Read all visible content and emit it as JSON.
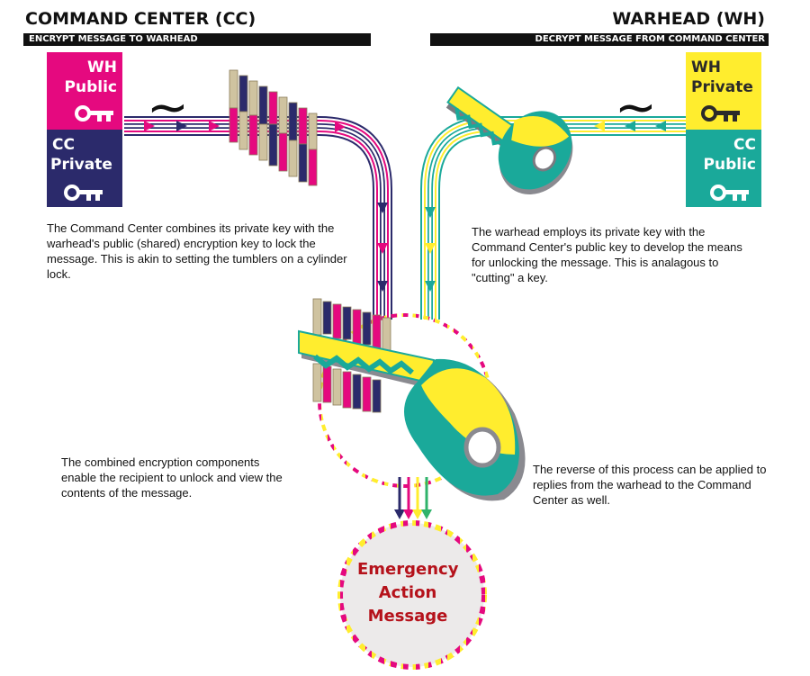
{
  "header": {
    "left_title": "COMMAND CENTER (CC)",
    "left_subtitle": "ENCRYPT MESSAGE TO WARHEAD",
    "right_title": "WARHEAD (WH)",
    "right_subtitle": "DECRYPT MESSAGE FROM COMMAND CENTER"
  },
  "keys": {
    "wh_public": {
      "line1": "WH",
      "line2": "Public",
      "color": "#e5097f",
      "icon": "key-icon"
    },
    "cc_private": {
      "line1": "CC",
      "line2": "Private",
      "color": "#2b2a6b",
      "icon": "key-icon"
    },
    "wh_private": {
      "line1": "WH",
      "line2": "Private",
      "color": "#ffed2e",
      "icon": "key-icon"
    },
    "cc_public": {
      "line1": "CC",
      "line2": "Public",
      "color": "#1aa99a",
      "icon": "key-icon"
    }
  },
  "tilde_symbol": "~",
  "descriptions": {
    "cc_encrypt": "The Command Center combines its private key with the warhead's public (shared) encryption key to lock the message. This is akin to setting the tumblers on a cylinder lock.",
    "wh_decrypt": "The warhead employs its private key with the Command Center's public key to develop the means for unlocking the message. This is analagous to \"cutting\" a key.",
    "combined": "The combined encryption components enable the recipient to unlock and view the contents of the message.",
    "reverse": "The reverse of this process can be applied to replies from the warhead to the Command Center as well."
  },
  "message": {
    "line1": "Emergency",
    "line2": "Action",
    "line3": "Message",
    "color": "#b5121b"
  },
  "colors": {
    "magenta": "#e5097f",
    "navy": "#2b2a6b",
    "yellow": "#ffed2e",
    "teal": "#1aa99a",
    "green": "#2fb36b",
    "tan": "#cfc3a0"
  }
}
